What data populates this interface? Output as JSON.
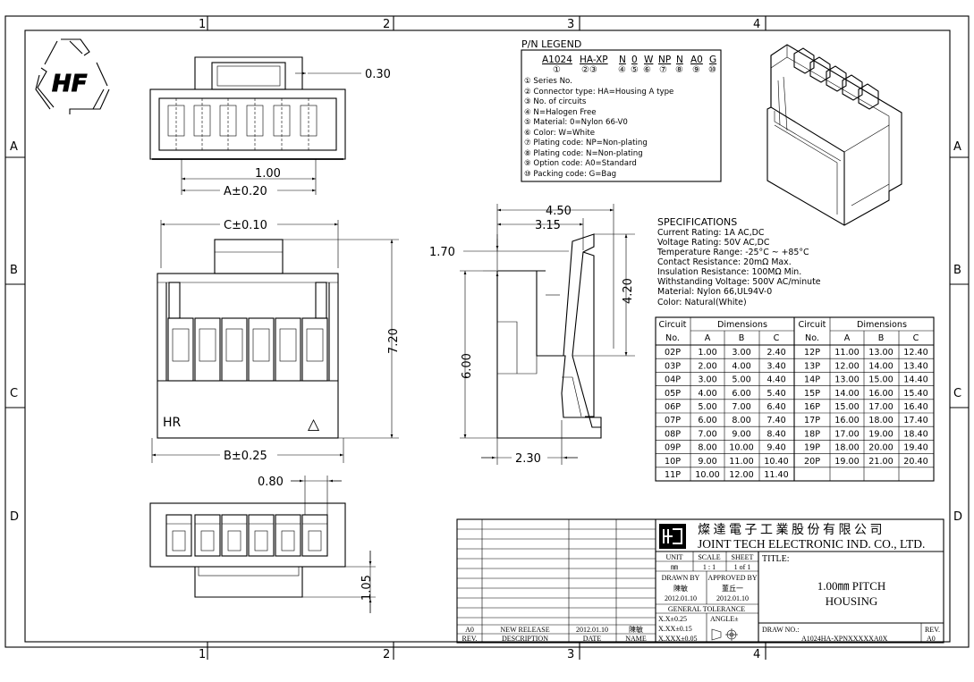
{
  "frame": {
    "col_numbers": [
      "1",
      "2",
      "3",
      "4"
    ],
    "row_letters": [
      "A",
      "B",
      "C",
      "D"
    ]
  },
  "logo": {
    "text": "HF"
  },
  "top_view": {
    "dim_030": "0.30",
    "dim_100": "1.00",
    "dim_a": "A±0.20"
  },
  "front_view": {
    "dim_c": "C±0.10",
    "dim_720": "7.20",
    "dim_b": "B±0.25",
    "mark_hr": "HR",
    "mark_triangle": "△"
  },
  "bottom_view": {
    "dim_080": "0.80",
    "dim_105": "1.05"
  },
  "side_view": {
    "dim_450": "4.50",
    "dim_315": "3.15",
    "dim_170": "1.70",
    "dim_420": "4.20",
    "dim_600": "6.00",
    "dim_230": "2.30"
  },
  "legend": {
    "title": "P/N LEGEND",
    "codes": [
      "A1024",
      "HA-XP",
      "N",
      "0",
      "W",
      "NP",
      "N",
      "A0",
      "G"
    ],
    "code_nums": [
      "①",
      "②③",
      "④",
      "⑤",
      "⑥",
      "⑦",
      "⑧",
      "⑨",
      "⑩"
    ],
    "items": [
      "① Series No.",
      "② Connector type: HA=Housing A type",
      "③ No. of circuits",
      "④ N=Halogen Free",
      "⑤ Material: 0=Nylon 66-V0",
      "⑥ Color: W=White",
      "⑦ Plating code: NP=Non-plating",
      "⑧ Plating code: N=Non-plating",
      "⑨ Option code: A0=Standard",
      "⑩ Packing code: G=Bag"
    ]
  },
  "specifications": {
    "title": "SPECIFICATIONS",
    "lines": [
      "Current Rating: 1A AC,DC",
      "Voltage Rating: 50V AC,DC",
      "Temperature Range: -25°C ~ +85°C",
      "Contact Resistance: 20mΩ Max.",
      "Insulation Resistance: 100MΩ Min.",
      "Withstanding Voltage: 500V AC/minute",
      "Material: Nylon 66,UL94V-0",
      "Color: Natural(White)"
    ]
  },
  "dim_table": {
    "circuit_header": "Circuit",
    "no_header": "No.",
    "dims_header": "Dimensions",
    "cols": [
      "A",
      "B",
      "C"
    ],
    "left_rows": [
      [
        "02P",
        "1.00",
        "3.00",
        "2.40"
      ],
      [
        "03P",
        "2.00",
        "4.00",
        "3.40"
      ],
      [
        "04P",
        "3.00",
        "5.00",
        "4.40"
      ],
      [
        "05P",
        "4.00",
        "6.00",
        "5.40"
      ],
      [
        "06P",
        "5.00",
        "7.00",
        "6.40"
      ],
      [
        "07P",
        "6.00",
        "8.00",
        "7.40"
      ],
      [
        "08P",
        "7.00",
        "9.00",
        "8.40"
      ],
      [
        "09P",
        "8.00",
        "10.00",
        "9.40"
      ],
      [
        "10P",
        "9.00",
        "11.00",
        "10.40"
      ],
      [
        "11P",
        "10.00",
        "12.00",
        "11.40"
      ]
    ],
    "right_rows": [
      [
        "12P",
        "11.00",
        "13.00",
        "12.40"
      ],
      [
        "13P",
        "12.00",
        "14.00",
        "13.40"
      ],
      [
        "14P",
        "13.00",
        "15.00",
        "14.40"
      ],
      [
        "15P",
        "14.00",
        "16.00",
        "15.40"
      ],
      [
        "16P",
        "15.00",
        "17.00",
        "16.40"
      ],
      [
        "17P",
        "16.00",
        "18.00",
        "17.40"
      ],
      [
        "18P",
        "17.00",
        "19.00",
        "18.40"
      ],
      [
        "19P",
        "18.00",
        "20.00",
        "19.40"
      ],
      [
        "20P",
        "19.00",
        "21.00",
        "20.40"
      ]
    ]
  },
  "title_block": {
    "company_cn": "燦 達 電 子 工 業 股 份 有 限 公 司",
    "company_en": "JOINT TECH ELECTRONIC IND. CO., LTD.",
    "unit_label": "UNIT",
    "unit_value": "㎜",
    "scale_label": "SCALE",
    "scale_value": "1 : 1",
    "sheet_label": "SHEET",
    "sheet_value": "1 of 1",
    "title_label": "TITLE:",
    "title_line1": "1.00㎜ PITCH",
    "title_line2": "HOUSING",
    "drawn_by_label": "DRAWN BY",
    "drawn_by_name": "陳敏",
    "drawn_date": "2012.01.10",
    "approved_label": "APPROVED BY",
    "approved_name": "董丘一",
    "approved_date": "2012.01.10",
    "tolerance_label": "GENERAL TOLERANCE",
    "tol_1": "X.X±0.25",
    "tol_2": "X.XX±0.15",
    "tol_3": "X.XXX±0.05",
    "angle_label": "ANGLE±",
    "draw_no_label": "DRAW NO.:",
    "draw_no": "A1024HA-XPNXXXXXA0X",
    "rev_label": "REV.",
    "rev_value": "A0",
    "rev_row": {
      "rev": "A0",
      "description": "NEW RELEASE",
      "date": "2012.01.10",
      "name": "陳敏"
    },
    "rev_headers": {
      "rev": "REV.",
      "description": "DESCRIPTION",
      "date": "DATE",
      "name": "NAME"
    }
  }
}
